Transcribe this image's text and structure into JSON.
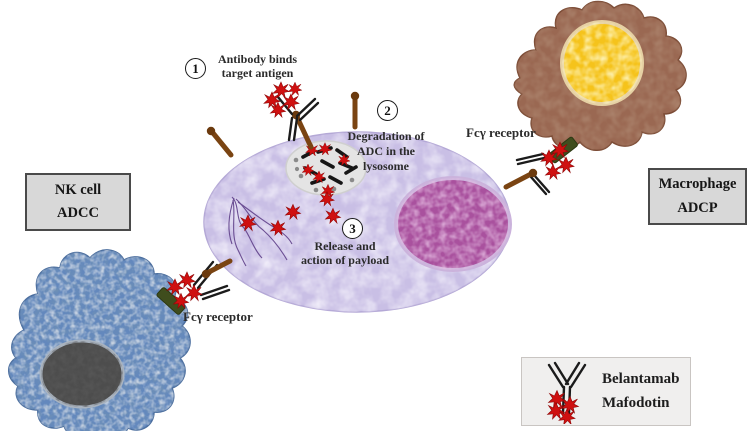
{
  "figure": {
    "steps": [
      {
        "num": "1",
        "lines": [
          "Antibody binds",
          "target antigen"
        ]
      },
      {
        "num": "2",
        "lines": [
          "Degradation of",
          "ADC in the",
          "lysosome"
        ]
      },
      {
        "num": "3",
        "lines": [
          "Release and",
          "action of payload"
        ]
      }
    ],
    "fc_receptor_left": "Fcγ receptor",
    "fc_receptor_right": "Fcγ receptor",
    "nk_box": {
      "title": "NK cell",
      "subtitle": "ADCC"
    },
    "macrophage_box": {
      "title": "Macrophage",
      "subtitle": "ADCP"
    },
    "legend": {
      "line1": "Belantamab",
      "line2": "Mafodotin"
    },
    "colors": {
      "tumor_cell": "#c9bfe5",
      "tumor_cell_edge": "#b4a8d6",
      "tumor_nucleus": "#a9519e",
      "lysosome": "#e4e4e4",
      "nk_cell": "#6388bd",
      "nk_nucleus": "#4d4d4d",
      "macrophage": "#9a6852",
      "macrophage_nucleus": "#f5c31b",
      "payload_red": "#cf1010",
      "antibody_black": "#1b1b1b",
      "antigen_brown": "#7a4412",
      "fc_receptor_green": "#3f4d1d",
      "info_box_bg": "#d8d8d8"
    }
  }
}
